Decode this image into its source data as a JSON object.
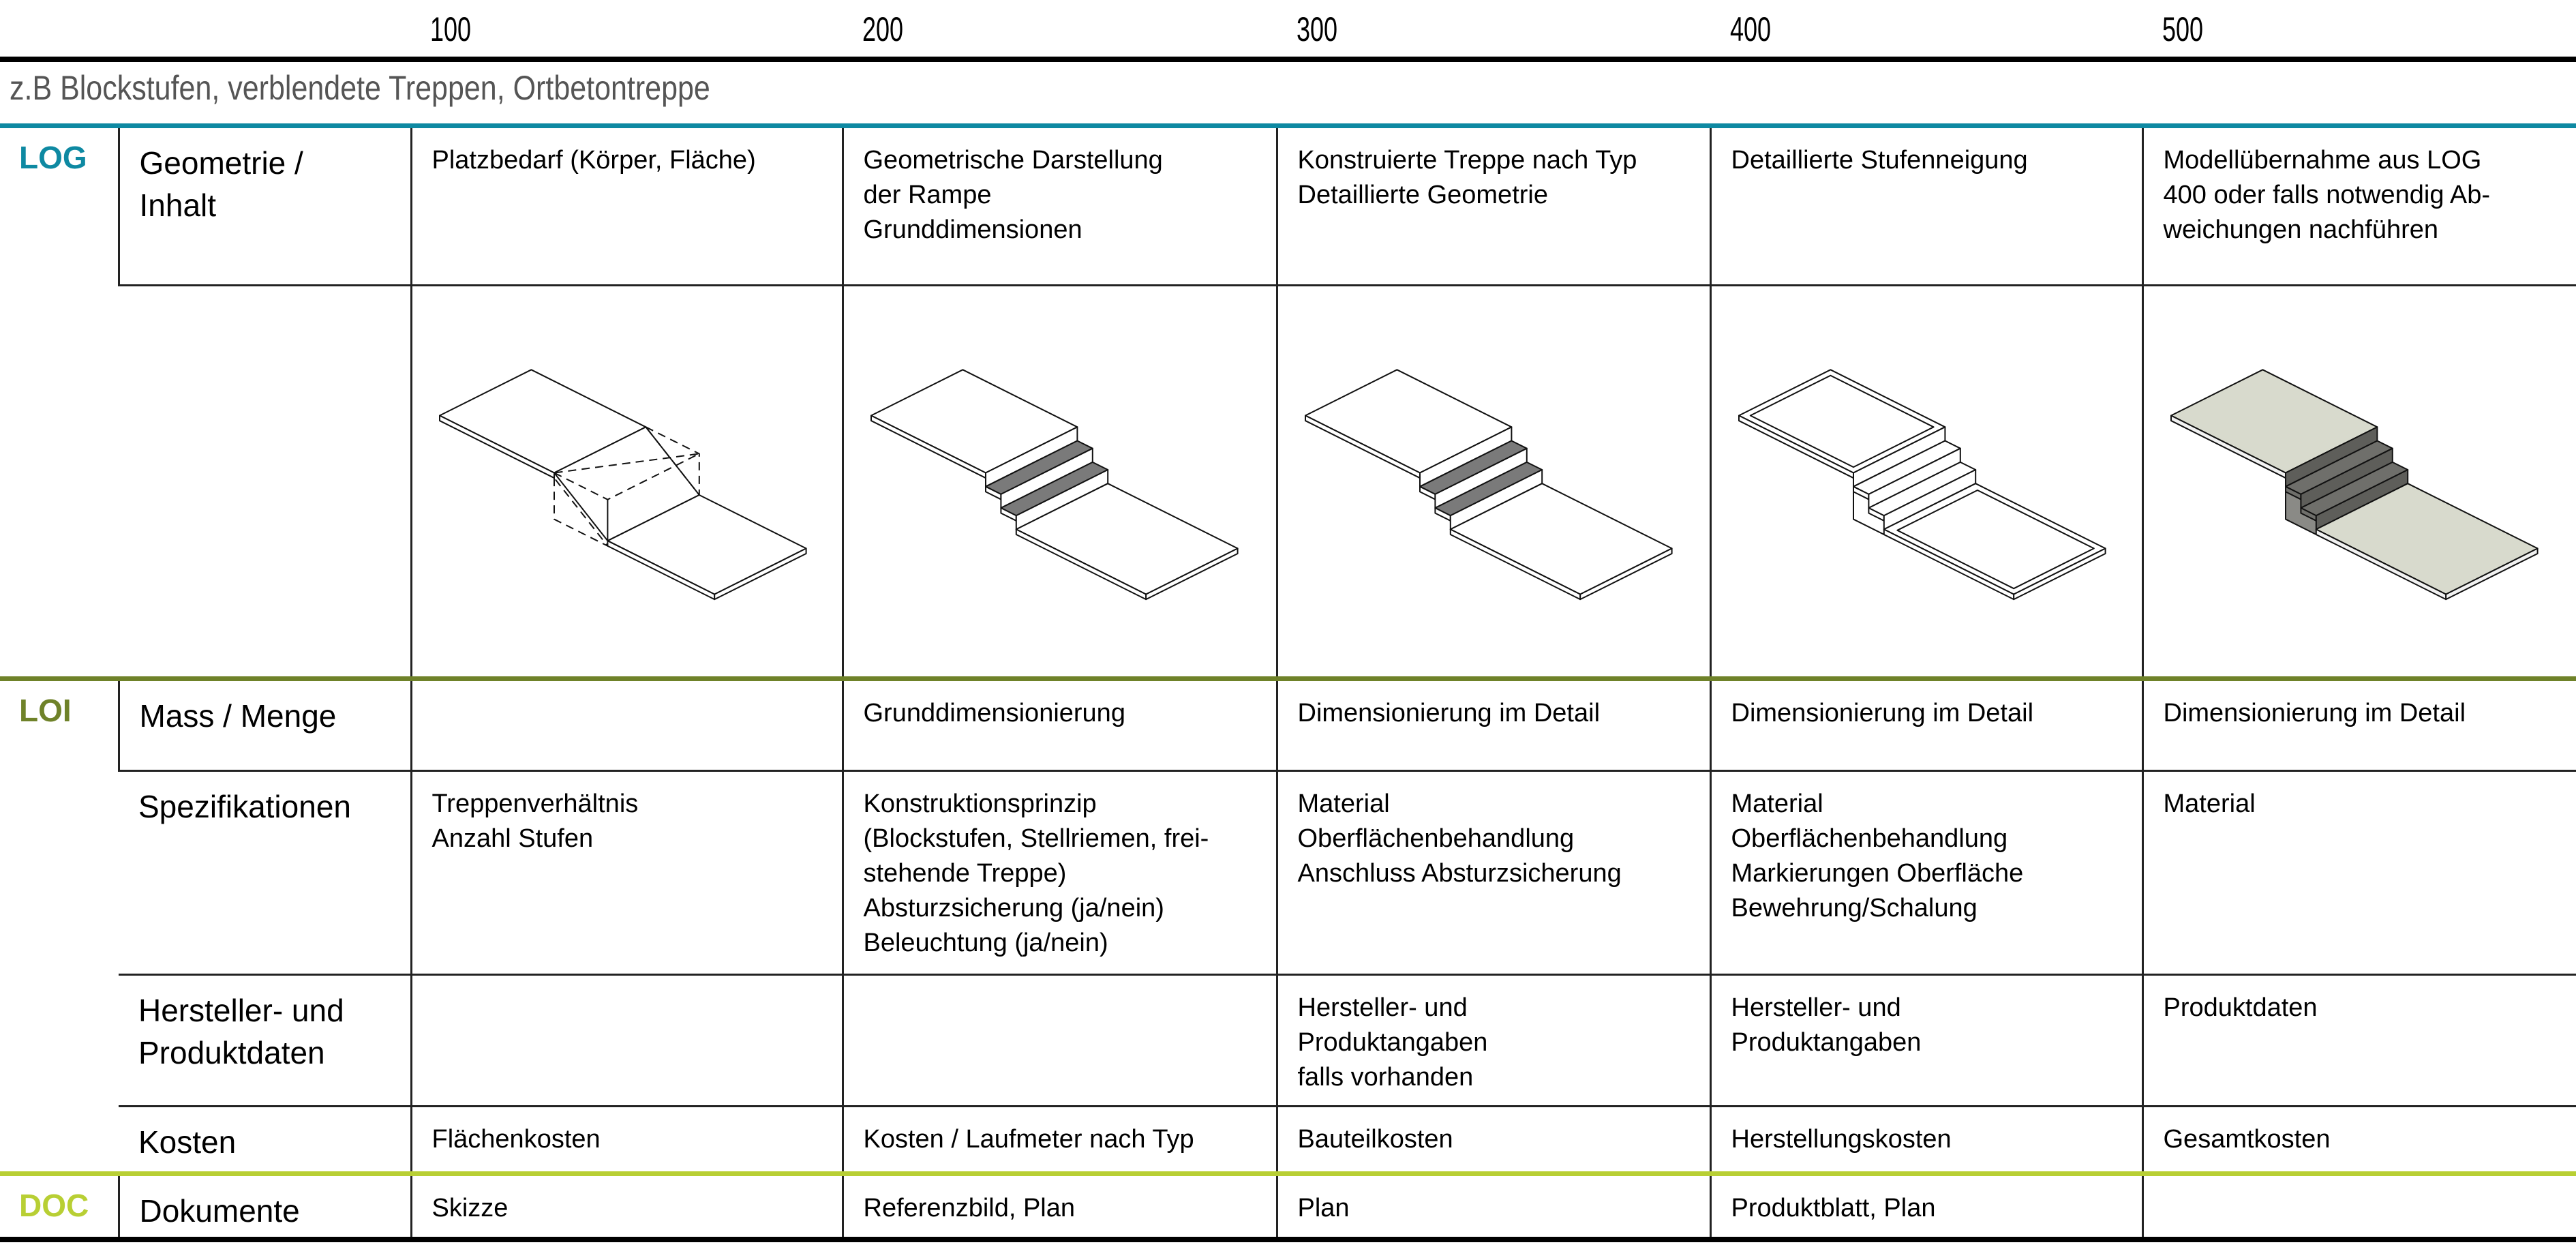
{
  "header": {
    "columns": [
      "100",
      "200",
      "300",
      "400",
      "500"
    ]
  },
  "subtitle": "z.B Blockstufen, verblendete Treppen, Ortbetontreppe",
  "colors": {
    "log": "#0e89a2",
    "loi": "#6f8229",
    "doc": "#b8cf34"
  },
  "groups": {
    "log": {
      "label": "LOG",
      "geometry": {
        "label": "Geometrie /\nInhalt",
        "cells": [
          "Platzbedarf (Körper, Fläche)",
          "Geometrische Darstellung\nder Rampe\nGrunddimensionen",
          "Konstruierte Treppe nach Typ\nDetaillierte Geometrie",
          "Detaillierte Stufenneigung",
          "Modellübernahme aus LOG\n400 oder falls notwendig Ab-\nweichungen nachführen"
        ]
      },
      "illustrations": [
        "stair-sketch-100",
        "stair-model-200",
        "stair-model-300",
        "stair-model-400",
        "stair-model-500"
      ]
    },
    "loi": {
      "label": "LOI",
      "rows": [
        {
          "label": "Mass / Menge",
          "cells": [
            "",
            "Grunddimensionierung",
            "Dimensionierung im Detail",
            "Dimensionierung im Detail",
            "Dimensionierung im Detail"
          ]
        },
        {
          "label": "Spezifikationen",
          "cells": [
            "Treppenverhältnis\nAnzahl Stufen",
            "Konstruktionsprinzip\n(Blockstufen, Stellriemen, frei-\nstehende Treppe)\nAbsturzsicherung (ja/nein)\nBeleuchtung (ja/nein)",
            "Material\nOberflächenbehandlung\nAnschluss Absturzsicherung",
            "Material\nOberflächenbehandlung\nMarkierungen Oberfläche\nBewehrung/Schalung",
            "Material"
          ]
        },
        {
          "label": "Hersteller- und\nProduktdaten",
          "cells": [
            "",
            "",
            "Hersteller- und\nProduktangaben\nfalls vorhanden",
            "Hersteller- und\nProduktangaben",
            "Produktdaten"
          ]
        },
        {
          "label": "Kosten",
          "cells": [
            "Flächenkosten",
            "Kosten / Laufmeter nach Typ",
            "Bauteilkosten",
            "Herstellungskosten",
            "Gesamtkosten"
          ]
        }
      ]
    },
    "doc": {
      "label": "DOC",
      "rows": [
        {
          "label": "Dokumente",
          "cells": [
            "Skizze",
            "Referenzbild, Plan",
            "Plan",
            "Produktblatt, Plan",
            ""
          ]
        }
      ]
    }
  }
}
